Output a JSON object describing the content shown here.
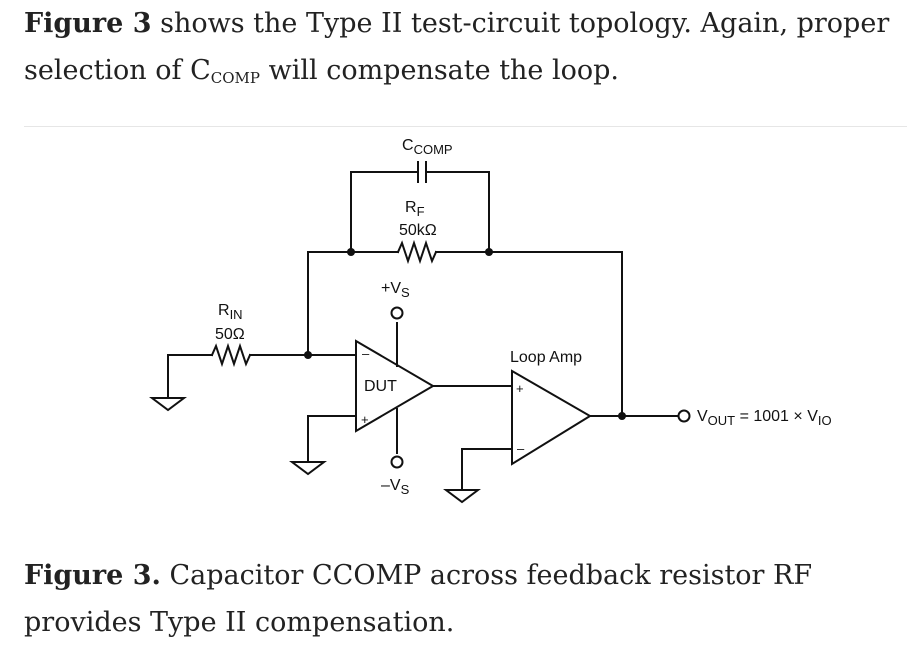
{
  "intro": {
    "bold_lead": "Figure 3",
    "text_a": " shows the Type II test-circuit topology. Again, proper selection of C",
    "sub": "COMP",
    "text_b": " will compensate the loop."
  },
  "schematic": {
    "ccomp_main": "C",
    "ccomp_sub": "COMP",
    "rf_main": "R",
    "rf_sub": "F",
    "rf_value": "50kΩ",
    "rin_main": "R",
    "rin_sub": "IN",
    "rin_value": "50Ω",
    "vs_pos_main": "+V",
    "vs_pos_sub": "S",
    "vs_neg_main": "–V",
    "vs_neg_sub": "S",
    "dut_label": "DUT",
    "dut_minus": "–",
    "dut_plus": "+",
    "loop_label": "Loop Amp",
    "loop_plus": "+",
    "loop_minus": "–",
    "vout_main": "V",
    "vout_sub": "OUT",
    "vout_eq": " = 1001 × V",
    "vout_sub2": "IO"
  },
  "caption": {
    "bold_lead": "Figure 3.",
    "text": " Capacitor CCOMP across feedback resistor RF provides Type II compensation."
  }
}
